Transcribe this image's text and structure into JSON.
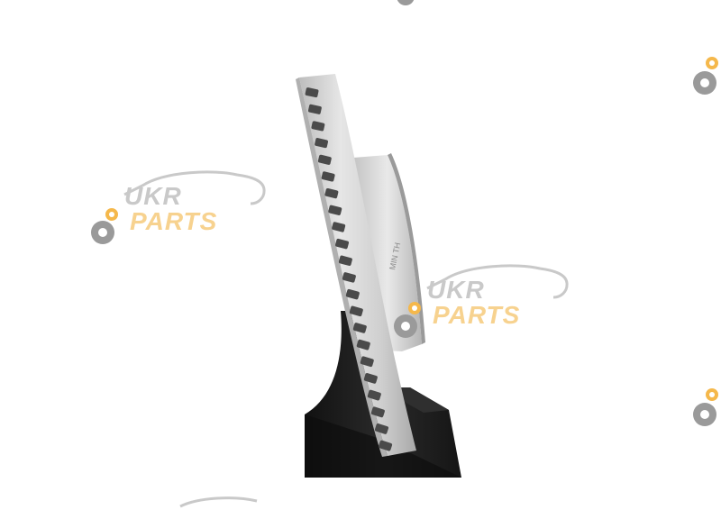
{
  "watermark": {
    "brand_line1": "UKR",
    "brand_line2": "PARTS",
    "colors": {
      "gray": "#c9c9c9",
      "orange": "#f5b84b"
    },
    "icons": [
      "gear-icon",
      "car-outline-icon"
    ]
  },
  "product": {
    "subject": "brake-disc-side-view",
    "stand_color": "#1c1c1c",
    "disc_color": "#d9d9d9"
  }
}
